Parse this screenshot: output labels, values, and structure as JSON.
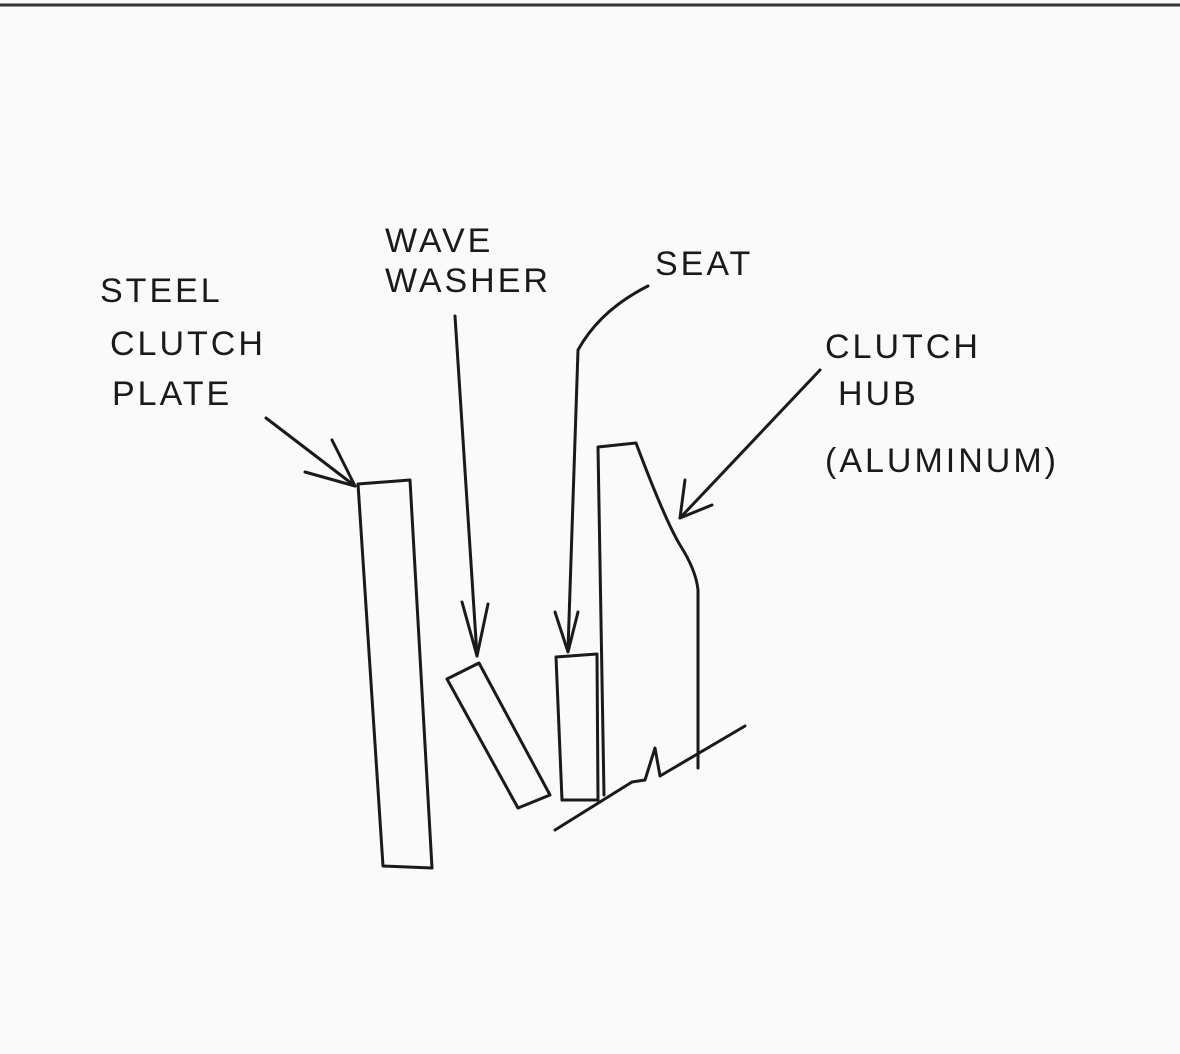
{
  "diagram": {
    "labels": {
      "steel_clutch_plate": [
        "STEEL",
        "CLUTCH",
        "PLATE"
      ],
      "wave_washer": [
        "WAVE",
        "WASHER"
      ],
      "seat": [
        "SEAT"
      ],
      "clutch_hub": [
        "CLUTCH",
        "HUB",
        "(ALUMINUM)"
      ]
    },
    "ink_color": "#1a1a1a",
    "paper_color": "#fafafa"
  }
}
